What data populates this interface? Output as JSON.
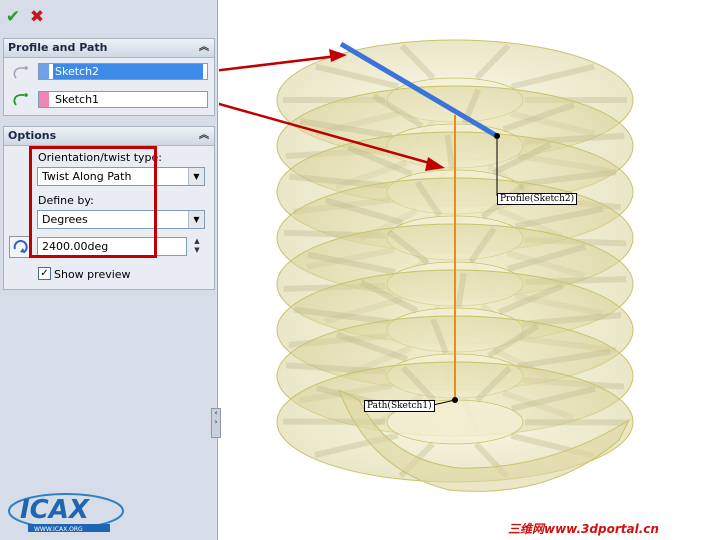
{
  "toolbar": {
    "ok_icon": "check-icon",
    "cancel_icon": "cross-icon",
    "ok_symbol": "✔",
    "cancel_symbol": "✖"
  },
  "profile_path": {
    "title": "Profile and Path",
    "profile_sel": "Sketch2",
    "path_sel": "Sketch1",
    "colors": {
      "profile_swatch": "#6fa0e8",
      "path_swatch": "#ee86b4",
      "profile_highlight": "#3d8ae8"
    }
  },
  "options": {
    "title": "Options",
    "twist_label": "Orientation/twist type:",
    "twist_value": "Twist Along Path",
    "define_label": "Define by:",
    "define_value": "Degrees",
    "angle_value": "2400.00deg",
    "show_preview_label": "Show preview",
    "show_preview_checked": true
  },
  "viewport": {
    "profile_callout": "Profile(Sketch2)",
    "path_callout": "Path(Sketch1)",
    "colors": {
      "sweep_fill": "#e2dca6",
      "sweep_edge": "#c8c26a",
      "path_line": "#f08a10",
      "profile_line": "#3a74d8",
      "arrow": "#c00000"
    }
  },
  "watermarks": {
    "logo_text": "ICAX",
    "logo_url": "WWW.ICAX.ORG",
    "site_text": "三维网www.3dportal.cn"
  }
}
